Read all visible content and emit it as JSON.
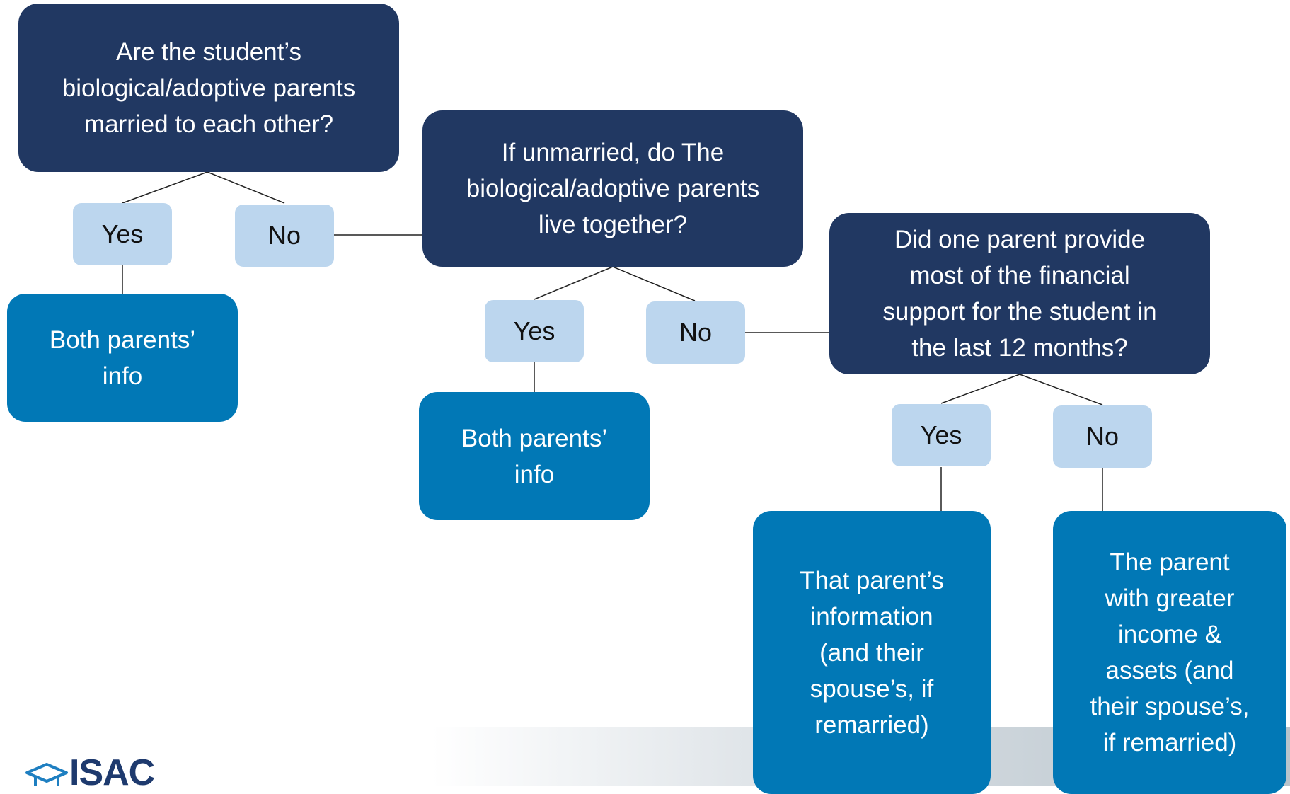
{
  "diagram": {
    "questions": [
      "Are the student’s\nbiological/adoptive parents\nmarried to each other?",
      "If unmarried, do The\nbiological/adoptive parents\nlive together?",
      "Did one parent provide\nmost of the financial\nsupport for the student in\nthe last 12 months?"
    ],
    "answers": {
      "q1_yes": "Yes",
      "q1_no": "No",
      "q2_yes": "Yes",
      "q2_no": "No",
      "q3_yes": "Yes",
      "q3_no": "No"
    },
    "results": [
      "Both parents’\ninfo",
      "Both parents’\ninfo",
      "That parent’s\ninformation\n(and their\nspouse’s, if\nremarried)",
      "The parent\nwith greater\nincome &\nassets (and\ntheir spouse’s,\nif remarried)"
    ]
  },
  "logo": {
    "text": "ISAC",
    "icon": "graduation-cap-icon"
  },
  "colors": {
    "question_box": "#213862",
    "answer_box": "#bcd6ee",
    "result_box": "#0178b6",
    "connector": "#222222"
  }
}
